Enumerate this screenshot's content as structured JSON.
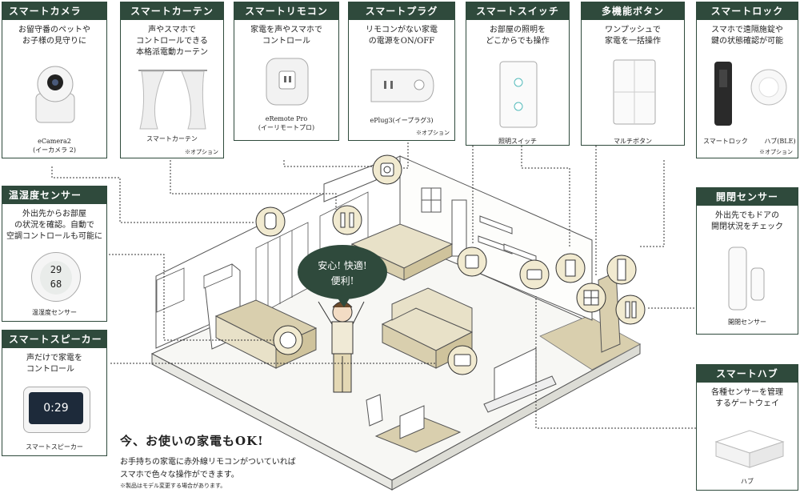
{
  "cards": {
    "camera": {
      "title": "スマートカメラ",
      "desc": [
        "お留守番のペットや",
        "お子様の見守りに"
      ],
      "caption": [
        "eCamera2",
        "(イーカメラ 2)"
      ]
    },
    "curtain": {
      "title": "スマートカーテン",
      "desc": [
        "声やスマホで",
        "コントロールできる",
        "本格派電動カーテン"
      ],
      "caption": [
        "スマートカーテン"
      ],
      "option": "※オプション"
    },
    "remote": {
      "title": "スマートリモコン",
      "desc": [
        "家電を声やスマホで",
        "コントロール"
      ],
      "caption": [
        "eRemote Pro",
        "(イーリモートプロ)"
      ]
    },
    "plug": {
      "title": "スマートプラグ",
      "desc": [
        "リモコンがない家電",
        "の電源をON/OFF"
      ],
      "caption": [
        "ePlug3(イープラグ3)"
      ],
      "option": "※オプション"
    },
    "switch": {
      "title": "スマートスイッチ",
      "desc": [
        "お部屋の照明を",
        "どこからでも操作"
      ],
      "caption": [
        "照明スイッチ"
      ]
    },
    "multibutton": {
      "title": "多機能ボタン",
      "desc": [
        "ワンプッシュで",
        "家電を一括操作"
      ],
      "caption": [
        "マルチボタン"
      ]
    },
    "lock": {
      "title": "スマートロック",
      "desc": [
        "スマホで遠隔施錠や",
        "鍵の状態確認が可能"
      ],
      "caption_left": "スマートロック",
      "caption_right": "ハブ(BLE)",
      "option": "※オプション"
    },
    "thermo": {
      "title": "温湿度センサー",
      "desc": [
        "外出先からお部屋",
        "の状況を確認。自動で",
        "空調コントロールも可能に"
      ],
      "caption": [
        "温湿度センサー"
      ],
      "display_top": "29",
      "display_bottom": "68"
    },
    "speaker": {
      "title": "スマートスピーカー",
      "desc": [
        "声だけで家電を",
        "コントロール"
      ],
      "caption": [
        "スマートスピーカー"
      ],
      "screen": "0:29"
    },
    "door": {
      "title": "開閉センサー",
      "desc": [
        "外出先でもドアの",
        "開閉状況をチェック"
      ],
      "caption": [
        "開閉センサー"
      ]
    },
    "hub": {
      "title": "スマートハブ",
      "desc": [
        "各種センサーを管理",
        "するゲートウェイ"
      ],
      "caption": [
        "ハブ"
      ]
    }
  },
  "bubble": {
    "line1": "安心! 快適!",
    "line2": "便利!"
  },
  "bottom": {
    "headline": "今、お使いの家電もOK!",
    "body1": "お手持ちの家電に赤外線リモコンがついていれば",
    "body2": "スマホで色々な操作ができます。",
    "note": "※製品はモデル変更する場合があります。"
  },
  "colors": {
    "accent": "#2f4a3c",
    "icon_circle": "#f1ead0",
    "floor": "#f7f7f4",
    "wood": "#d9cfae"
  }
}
